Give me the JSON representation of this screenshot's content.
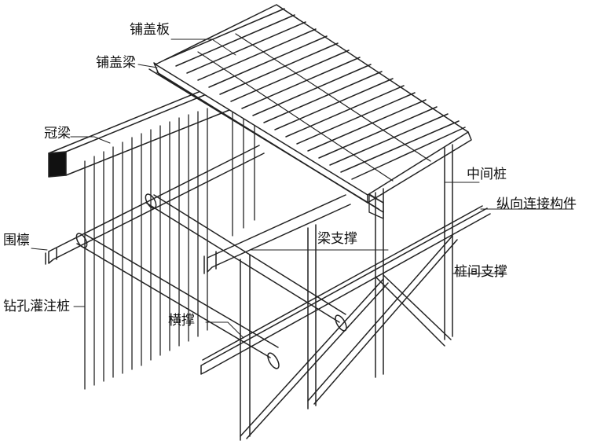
{
  "labels": {
    "deck_plate": "铺盖板",
    "deck_beam": "铺盖梁",
    "crown_beam": "冠梁",
    "waler": "围檩",
    "bored_pile": "钻孔灌注桩",
    "cross_brace": "横撑",
    "middle_pile": "中间桩",
    "longitudinal_connector": "纵向连接构件",
    "beam_support": "梁支撑",
    "inter_pile_brace": "桩间支撑"
  },
  "colors": {
    "line": "#222222",
    "background": "#ffffff"
  }
}
